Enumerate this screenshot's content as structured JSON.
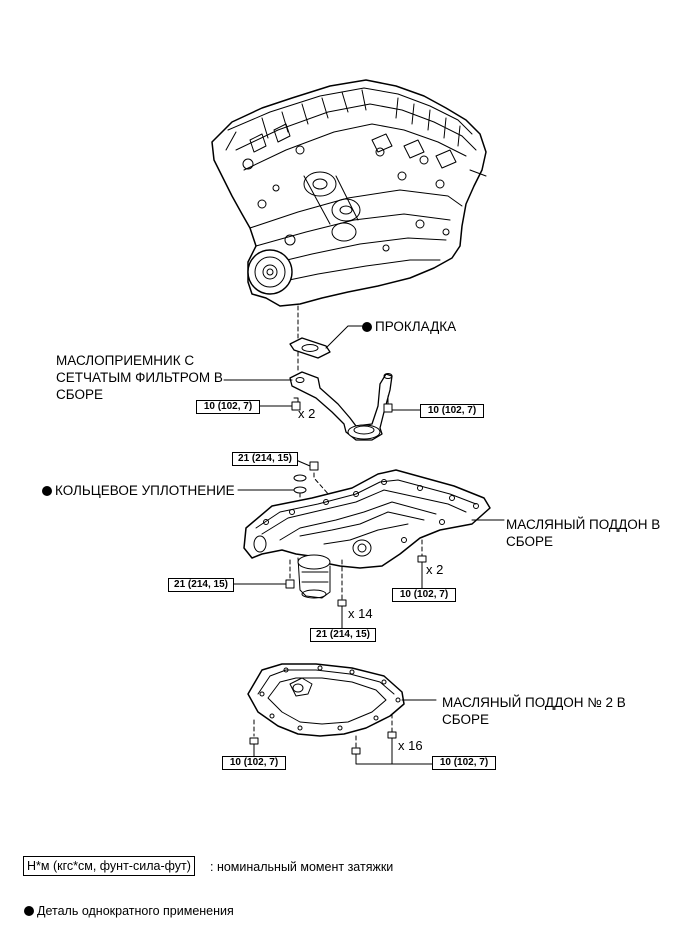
{
  "labels": {
    "gasket": "ПРОКЛАДКА",
    "strainer": "МАСЛОПРИЕМНИК С СЕТЧАТЫМ ФИЛЬТРОМ В СБОРЕ",
    "oring": "КОЛЬЦЕВОЕ УПЛОТНЕНИЕ",
    "oil_pan": "МАСЛЯНЫЙ ПОДДОН В СБОРЕ",
    "oil_pan2": "МАСЛЯНЫЙ ПОДДОН № 2 В СБОРЕ"
  },
  "torque": {
    "t10": "10 (102, 7)",
    "t21": "21 (214, 15)"
  },
  "quantities": {
    "x2": "x 2",
    "x14": "x 14",
    "x16": "x 16"
  },
  "legend": {
    "unit": "Н*м (кгс*см, фунт-сила-фут)",
    "unit_desc": ": номинальный момент затяжки",
    "non_reusable": "Деталь однократного применения"
  }
}
